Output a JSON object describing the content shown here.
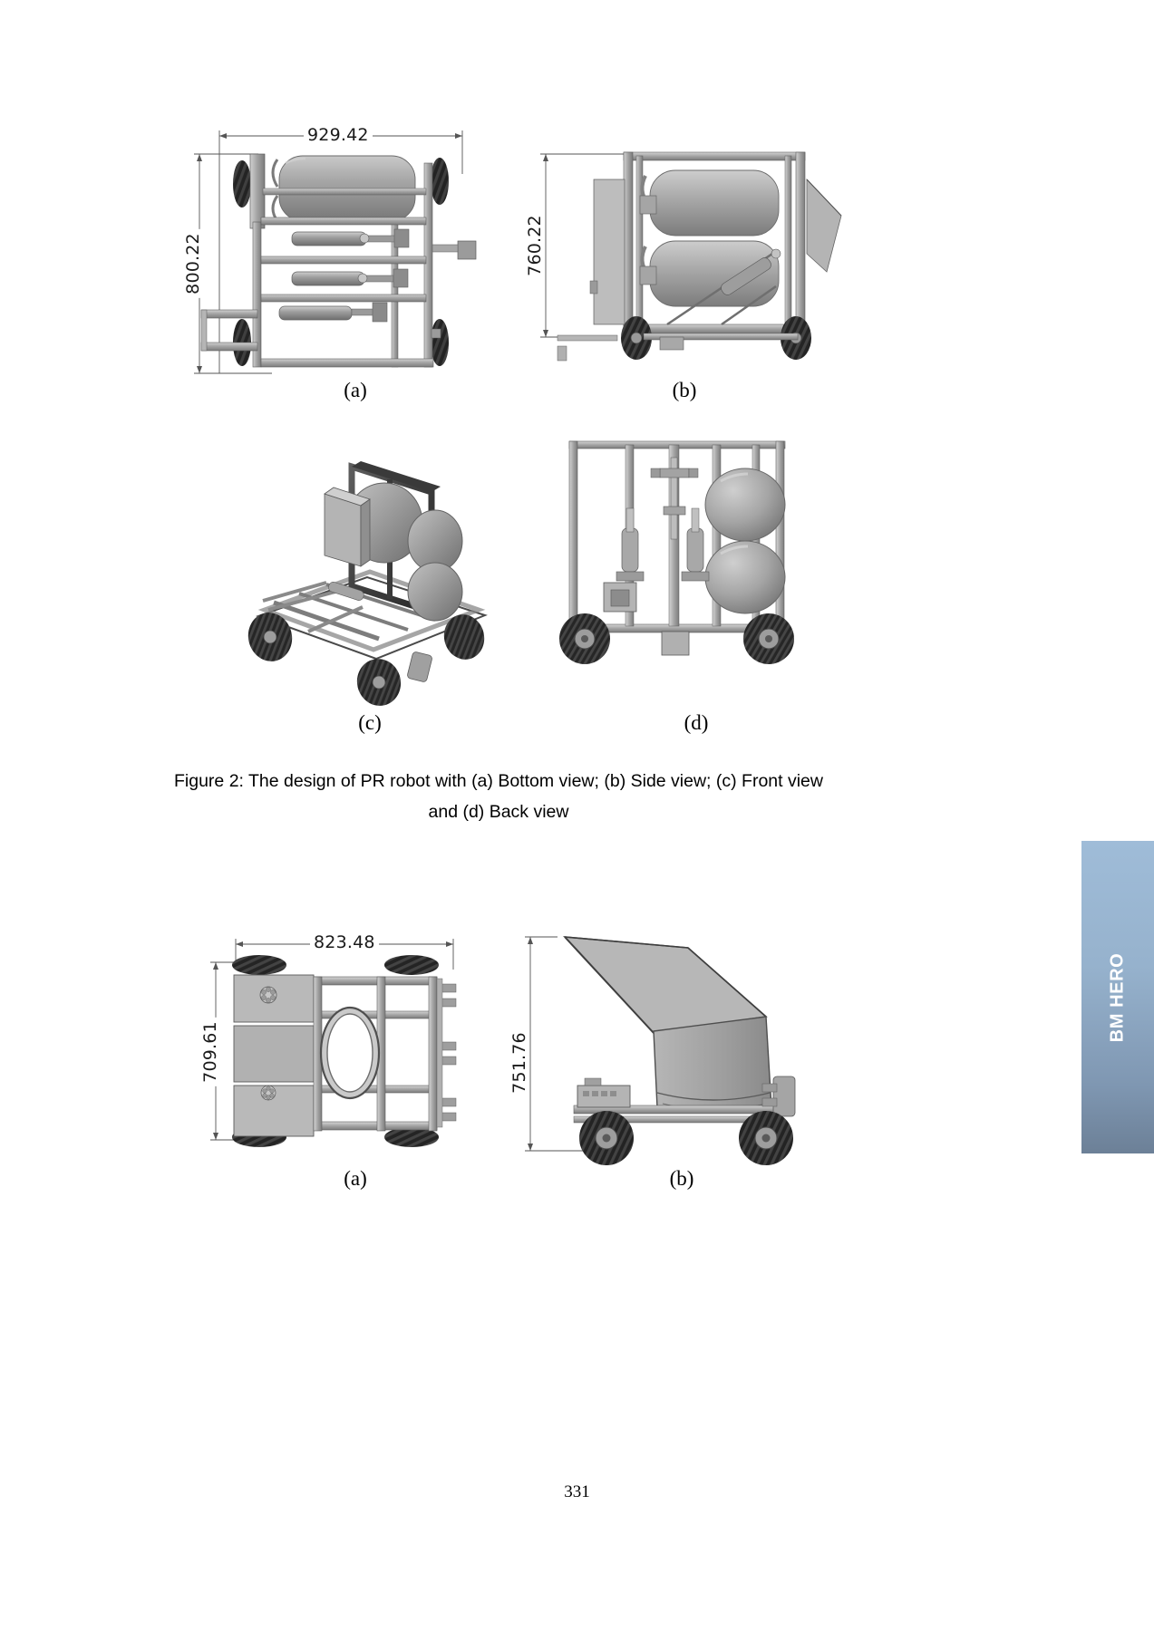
{
  "document": {
    "page_number": "331",
    "side_tab_label": "BM HERO"
  },
  "figure2": {
    "caption_line1": "Figure 2: The design of PR robot with (a) Bottom view; (b) Side view; (c) Front view",
    "caption_line2": "and (d) Back view",
    "panels": [
      {
        "id": "a",
        "label": "(a)",
        "view": "Bottom view",
        "dimensions": {
          "width": "929.42",
          "height": "800.22"
        }
      },
      {
        "id": "b",
        "label": "(b)",
        "view": "Side view",
        "dimensions": {
          "height": "760.22"
        }
      },
      {
        "id": "c",
        "label": "(c)",
        "view": "Front view",
        "dimensions": {}
      },
      {
        "id": "d",
        "label": "(d)",
        "view": "Back view",
        "dimensions": {}
      }
    ]
  },
  "figure3": {
    "panels": [
      {
        "id": "a",
        "label": "(a)",
        "dimensions": {
          "width": "823.48",
          "height": "709.61"
        }
      },
      {
        "id": "b",
        "label": "(b)",
        "dimensions": {
          "height": "751.76"
        }
      }
    ]
  },
  "colors": {
    "side_tab_top": "#9fbcd8",
    "side_tab_bottom": "#6c8097",
    "metal_light": "#d8d8d8",
    "metal_mid": "#a8a8a8",
    "metal_dark": "#6e6e6e",
    "tire": "#2b2b2b",
    "dimension_line": "#555555",
    "text": "#000000"
  }
}
